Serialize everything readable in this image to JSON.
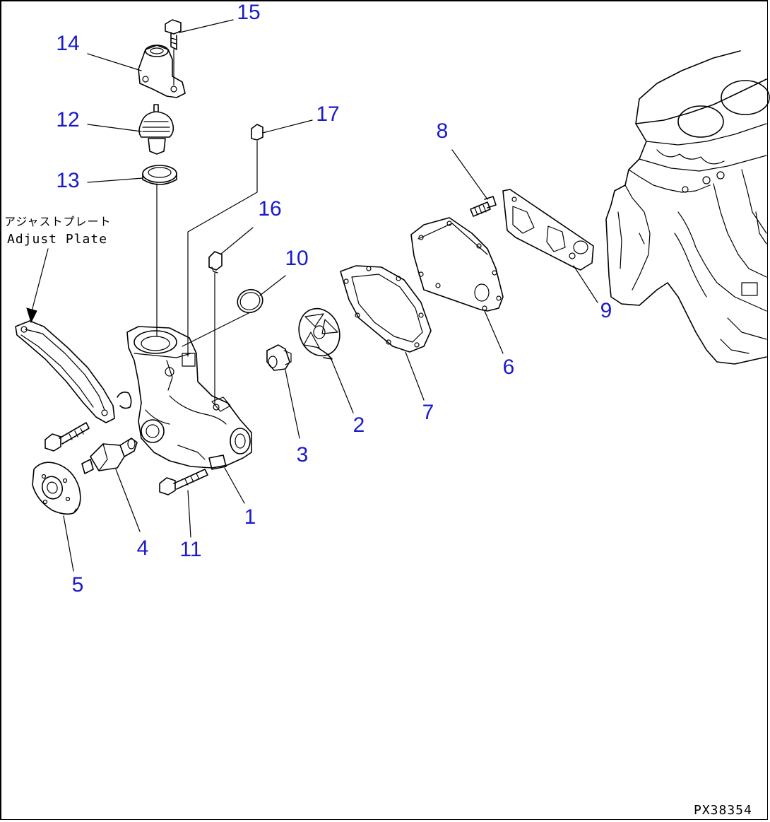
{
  "callout_color": "#1a1acc",
  "callouts": [
    "15",
    "14",
    "12",
    "17",
    "13",
    "8",
    "16",
    "10",
    "9",
    "6",
    "7",
    "2",
    "3",
    "1",
    "4",
    "11",
    "5"
  ],
  "adjust_plate_label": {
    "line1": "アジャストプレート",
    "line2": "Adjust Plate"
  },
  "drawing_number": "PX38354"
}
